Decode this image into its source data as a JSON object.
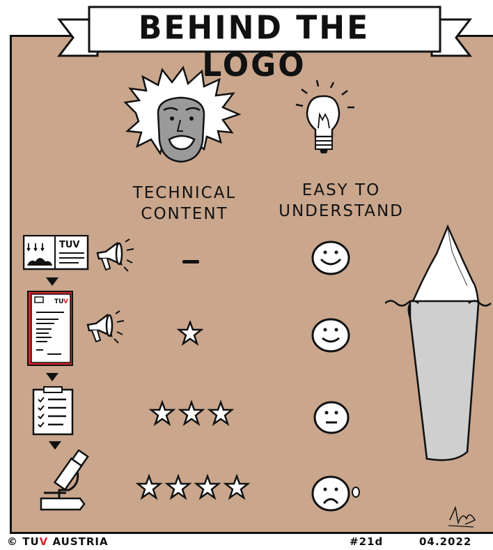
{
  "title": "BEHIND THE LOGO",
  "columns": {
    "technical": [
      "TECHNICAL",
      "CONTENT"
    ],
    "easy": [
      "EASY TO",
      "UNDERSTAND"
    ]
  },
  "levels": [
    {
      "stage": "label-and-certificate",
      "technical_stars": 0,
      "technical_mark": "–",
      "face": "smile"
    },
    {
      "stage": "certificate-document",
      "technical_stars": 1,
      "face": "smile"
    },
    {
      "stage": "checklist",
      "technical_stars": 3,
      "face": "neutral"
    },
    {
      "stage": "microscope",
      "technical_stars": 4,
      "face": "sad"
    }
  ],
  "footer": {
    "copyright_symbol": "©",
    "brand_main": "TU",
    "brand_accent": "V",
    "brand_tail": " AUSTRIA",
    "number": "#21d",
    "date": "04.2022"
  },
  "icons": [
    "scientist-icon",
    "lightbulb-icon",
    "megaphone-icon",
    "certificate-icon",
    "checklist-icon",
    "microscope-icon",
    "iceberg-icon",
    "signature"
  ],
  "colors": {
    "background": "#c9a68c",
    "accent": "#d9232d",
    "ink": "#111111"
  }
}
